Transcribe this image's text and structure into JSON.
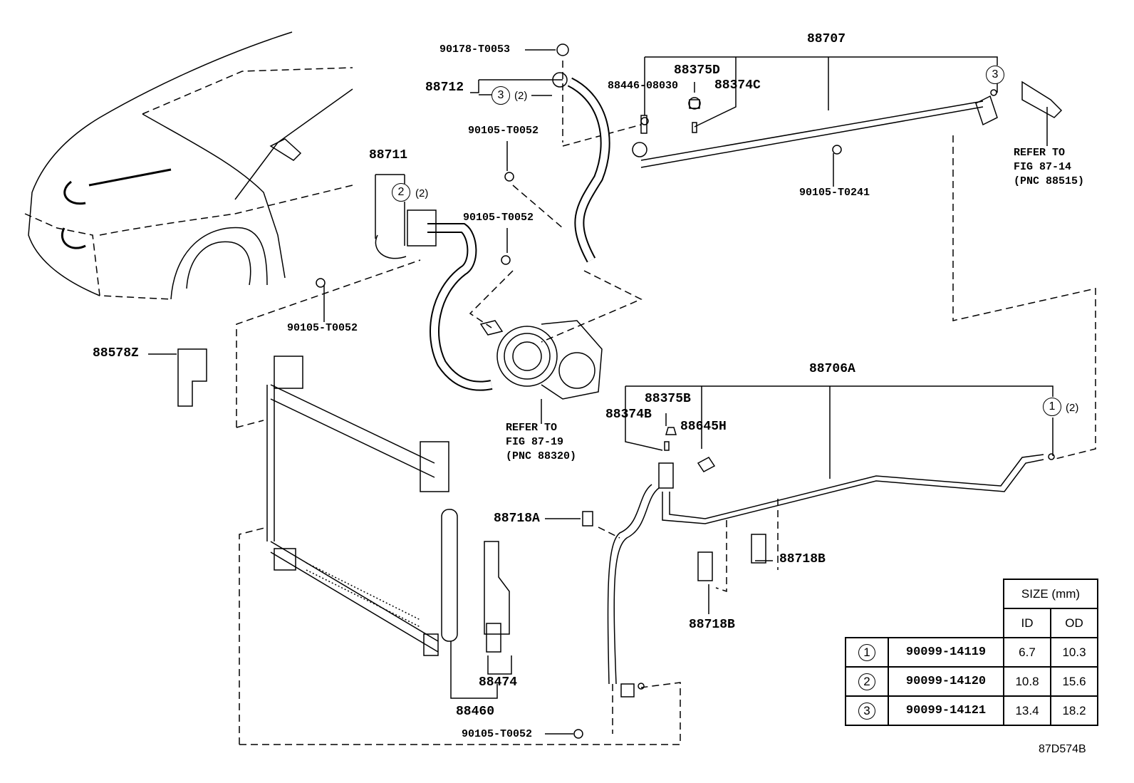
{
  "labels": {
    "bolt_90178": "90178-T0053",
    "hose_88712": "88712",
    "bolt_90105_a": "90105-T0052",
    "pipe_88711": "88711",
    "bolt_90105_b": "90105-T0052",
    "bolt_90105_c": "90105-T0052",
    "seal_88578z": "88578Z",
    "pipe_88707": "88707",
    "cap_88375d": "88375D",
    "valve_88446": "88446-08030",
    "core_88374c": "88374C",
    "bolt_90105_t0241": "90105-T0241",
    "pipe_88706a": "88706A",
    "cap_88375b": "88375B",
    "core_88374b": "88374B",
    "switch_88645h": "88645H",
    "clamp_88718a": "88718A",
    "clamp_88718b_a": "88718B",
    "clamp_88718b_b": "88718B",
    "filter_88474": "88474",
    "condenser_88460": "88460",
    "bolt_90105_d": "90105-T0052"
  },
  "oring_callouts": {
    "hose_88712": {
      "num": "3",
      "qty": "(2)"
    },
    "pipe_88711": {
      "num": "2",
      "qty": "(2)"
    },
    "pipe_88707": {
      "num": "3"
    },
    "pipe_88706a": {
      "num": "1",
      "qty": "(2)"
    }
  },
  "references": {
    "fig_87_14": {
      "line1": "REFER TO",
      "line2": "FIG 87-14",
      "line3": "(PNC 88515)"
    },
    "fig_87_19": {
      "line1": "REFER TO",
      "line2": "FIG 87-19",
      "line3": "(PNC 88320)"
    }
  },
  "size_table": {
    "header": "SIZE (mm)",
    "col_id": "ID",
    "col_od": "OD",
    "rows": [
      {
        "num": "1",
        "part": "90099-14119",
        "id": "6.7",
        "od": "10.3"
      },
      {
        "num": "2",
        "part": "90099-14120",
        "id": "10.8",
        "od": "15.6"
      },
      {
        "num": "3",
        "part": "90099-14121",
        "id": "13.4",
        "od": "18.2"
      }
    ]
  },
  "illustration_code": "87D574B"
}
